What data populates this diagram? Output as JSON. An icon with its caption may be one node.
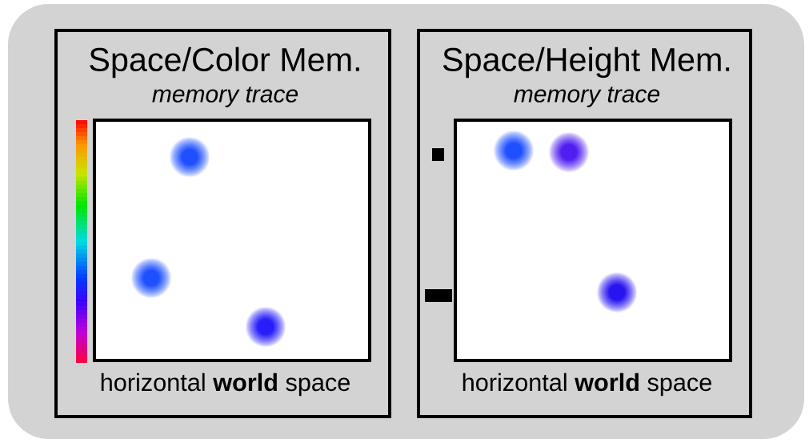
{
  "diagram": {
    "nodes": [
      {
        "text": [
          "Space/Color Mem.",
          "memory trace",
          "horizontal **world** space"
        ]
      },
      {
        "text": [
          "Space/Height Mem.",
          "memory trace",
          "horizontal **world** space"
        ]
      }
    ]
  }
}
